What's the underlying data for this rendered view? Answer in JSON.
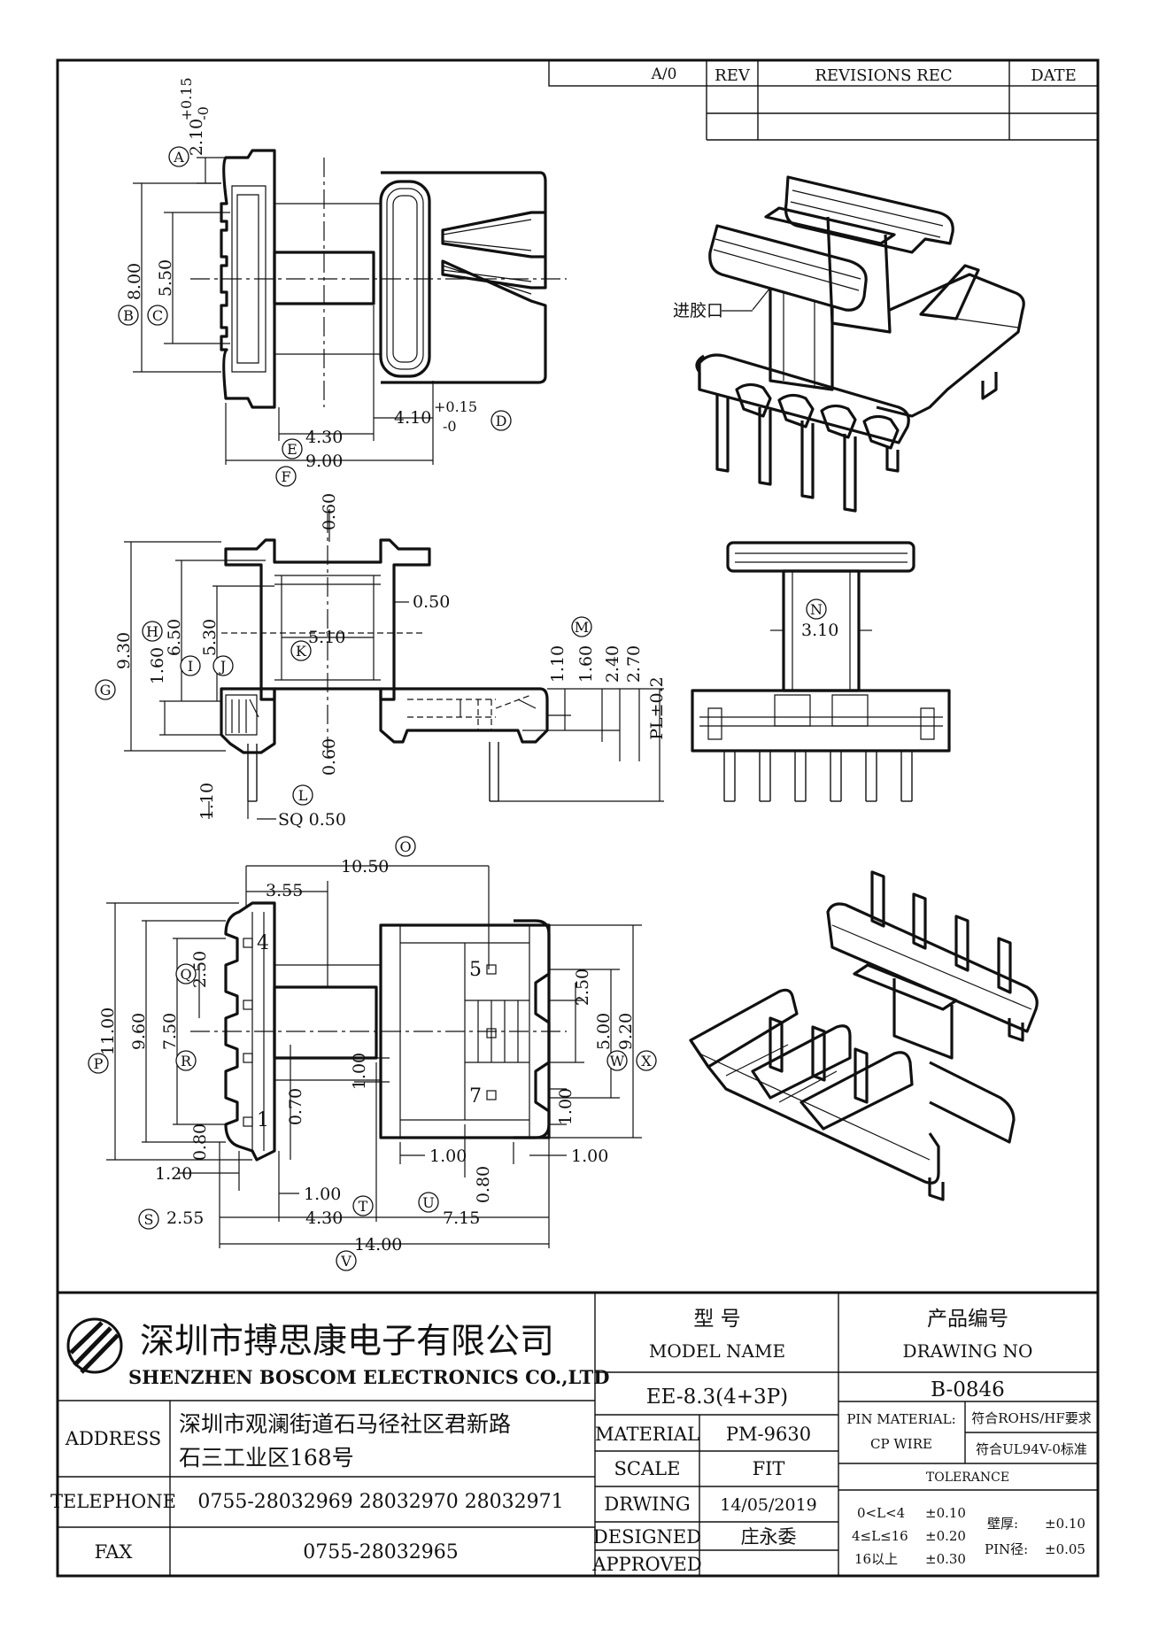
{
  "revision_table": {
    "ao": "A/0",
    "rev": "REV",
    "revisions_rec": "REVISIONS REC",
    "date": "DATE"
  },
  "top_view": {
    "dims": {
      "d_210": "2.10",
      "d_210_tol": "+0.15",
      "d_210_tol2": "-0",
      "d_800": "8.00",
      "d_550": "5.50",
      "d_410": "4.10",
      "d_410_tol": "+0.15",
      "d_410_tol2": "-0",
      "d_430": "4.30",
      "d_900": "9.00"
    },
    "labels": {
      "A": "A",
      "B": "B",
      "C": "C",
      "D": "D",
      "E": "E",
      "F": "F"
    }
  },
  "iso_top": {
    "gate_label": "进胶口"
  },
  "front_view": {
    "dims": {
      "d_060_top": "0.60",
      "d_050": "0.50",
      "d_930": "9.30",
      "d_650": "6.50",
      "d_530": "5.30",
      "d_510": "5.10",
      "d_160_left": "1.60",
      "d_110_right": "1.10",
      "d_160_right": "1.60",
      "d_240": "2.40",
      "d_270": "2.70",
      "d_pl": "PL±0.2",
      "d_060_bot": "0.60",
      "d_110_bot": "1.10",
      "d_sq": "SQ 0.50"
    },
    "labels": {
      "G": "G",
      "H": "H",
      "I": "I",
      "J": "J",
      "K": "K",
      "L": "L",
      "M": "M"
    }
  },
  "side_view": {
    "dims": {
      "d_310": "3.10"
    },
    "labels": {
      "N": "N"
    }
  },
  "bottom_view": {
    "dims": {
      "d_1050": "10.50",
      "d_355": "3.55",
      "d_1100": "11.00",
      "d_960": "9.60",
      "d_750": "7.50",
      "d_250_left": "2.50",
      "d_070": "0.70",
      "d_100_mid": "1.00",
      "d_080_left": "0.80",
      "d_120": "1.20",
      "d_100_left": "1.00",
      "d_255": "2.55",
      "d_430": "4.30",
      "d_715": "7.15",
      "d_1400": "14.00",
      "d_100_a": "1.00",
      "d_100_b": "1.00",
      "d_080_mid": "0.80",
      "d_250_right": "2.50",
      "d_500": "5.00",
      "d_920": "9.20",
      "d_100_right": "1.00"
    },
    "pins": {
      "p1": "1",
      "p4": "4",
      "p5": "5",
      "p7": "7"
    },
    "labels": {
      "O": "O",
      "P": "P",
      "Q": "Q",
      "R": "R",
      "S": "S",
      "T": "T",
      "U": "U",
      "V": "V",
      "W": "W",
      "X": "X"
    }
  },
  "title_block": {
    "company_cn": "深圳市搏思康电子有限公司",
    "company_en": "SHENZHEN  BOSCOM  ELECTRONICS  CO.,LTD",
    "model_cn": "型    号",
    "model_en": "MODEL NAME",
    "drawing_cn": "产品编号",
    "drawing_en": "DRAWING NO",
    "model_value": "EE-8.3(4+3P)",
    "drawing_value": "B-0846",
    "address_label": "ADDRESS",
    "address_line1": "深圳市观澜街道石马径社区君新路",
    "address_line2": "石三工业区168号",
    "telephone_label": "TELEPHONE",
    "telephone_value": "0755-28032969 28032970 28032971",
    "fax_label": "FAX",
    "fax_value": "0755-28032965",
    "material_label": "MATERIAL",
    "material_value": "PM-9630",
    "scale_label": "SCALE",
    "scale_value": "FIT",
    "drawing_label": "DRWING",
    "drawing_date": "14/05/2019",
    "designed_label": "DESIGNED",
    "designed_value": "庄永委",
    "approved_label": "APPROVED",
    "approved_value": "",
    "pin_material_label": "PIN MATERIAL:",
    "cp_wire_label": "CP WIRE",
    "rohs": "符合ROHS/HF要求",
    "ul": "符合UL94V-0标准",
    "tolerance_label": "TOLERANCE",
    "tol_1": "0<L<4",
    "tol_1v": "±0.10",
    "tol_2": "4≤L≤16",
    "tol_2v": "±0.20",
    "tol_3": "16以上",
    "tol_3v": "±0.30",
    "wall_label": "壁厚:",
    "wall_value": "±0.10",
    "pin_label": "PIN径:",
    "pin_value": "±0.05"
  }
}
